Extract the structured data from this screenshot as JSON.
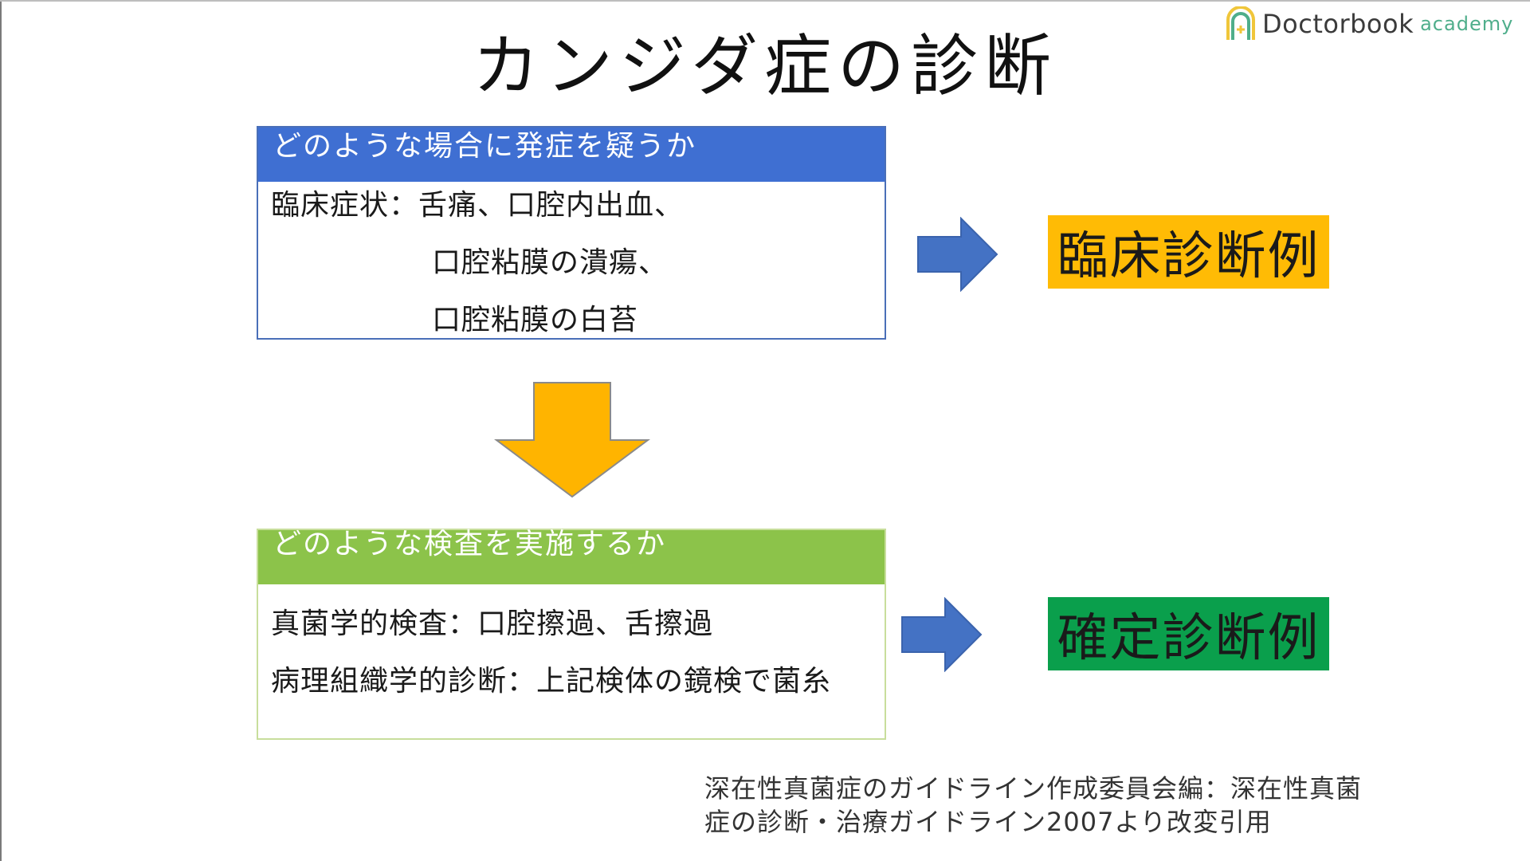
{
  "title": "カンジダ症の診断",
  "logo": {
    "brand": "Doctorbook",
    "sub": "academy",
    "icon": "arch-plus-icon",
    "colors": {
      "arch_outer": "#f0c63a",
      "arch_inner": "#4fae8b"
    }
  },
  "suspect_box": {
    "header": "どのような場合に発症を疑うか",
    "lines": [
      "臨床症状：舌痛、口腔内出血、",
      "口腔粘膜の潰瘍、",
      "口腔粘膜の白苔"
    ],
    "header_color": "#3f6fd2"
  },
  "exam_box": {
    "header": "どのような検査を実施するか",
    "lines": [
      "真菌学的検査：口腔擦過、舌擦過",
      "病理組織学的診断：上記検体の鏡検で菌糸"
    ],
    "header_color": "#8cc34a"
  },
  "clinical_label": {
    "text": "臨床診断例",
    "color": "#ffbb05"
  },
  "definite_label": {
    "text": "確定診断例",
    "color": "#0a9f4c"
  },
  "arrows": {
    "right_color": "#4472c4",
    "down_color": "#ffb400",
    "icons": [
      "arrow-right-icon",
      "arrow-down-icon"
    ]
  },
  "citation": {
    "lines": [
      "深在性真菌症のガイドライン作成委員会編：深在性真菌",
      "症の診断・治療ガイドライン2007より改変引用"
    ]
  }
}
